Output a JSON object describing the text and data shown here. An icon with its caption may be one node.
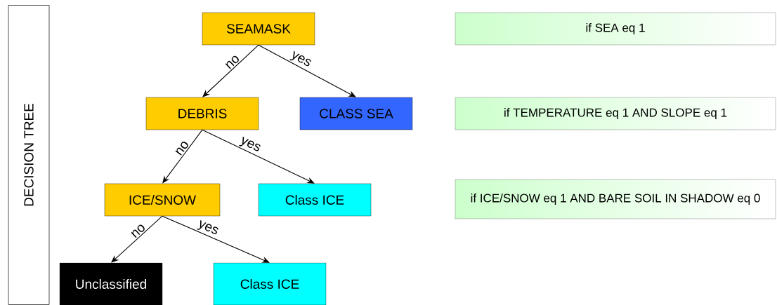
{
  "diagram": {
    "title": "DECISION TREE",
    "nodes": [
      {
        "text": [
          "SEAMASK"
        ]
      },
      {
        "text": [
          "DEBRIS"
        ]
      },
      {
        "text": [
          "CLASS SEA"
        ]
      },
      {
        "text": [
          "ICE/SNOW"
        ]
      },
      {
        "text": [
          "Class ICE"
        ]
      },
      {
        "text": [
          "Unclassified"
        ]
      },
      {
        "text": [
          "Class ICE"
        ]
      },
      {
        "text": [
          "if SEA eq 1"
        ]
      },
      {
        "text": [
          "if TEMPERATURE eq 1 AND SLOPE eq 1"
        ]
      },
      {
        "text": [
          "if ICE/SNOW eq 1 AND BARE SOIL IN SHADOW eq 0"
        ]
      }
    ],
    "edges": [
      {
        "from": 0,
        "to": 1,
        "arrow": "to",
        "label": "no"
      },
      {
        "from": 0,
        "to": 2,
        "arrow": "to",
        "label": "yes"
      },
      {
        "from": 1,
        "to": 3,
        "arrow": "to",
        "label": "no"
      },
      {
        "from": 1,
        "to": 4,
        "arrow": "to",
        "label": "yes"
      },
      {
        "from": 3,
        "to": 5,
        "arrow": "to",
        "label": "no"
      },
      {
        "from": 3,
        "to": 6,
        "arrow": "to",
        "label": "yes"
      }
    ]
  }
}
